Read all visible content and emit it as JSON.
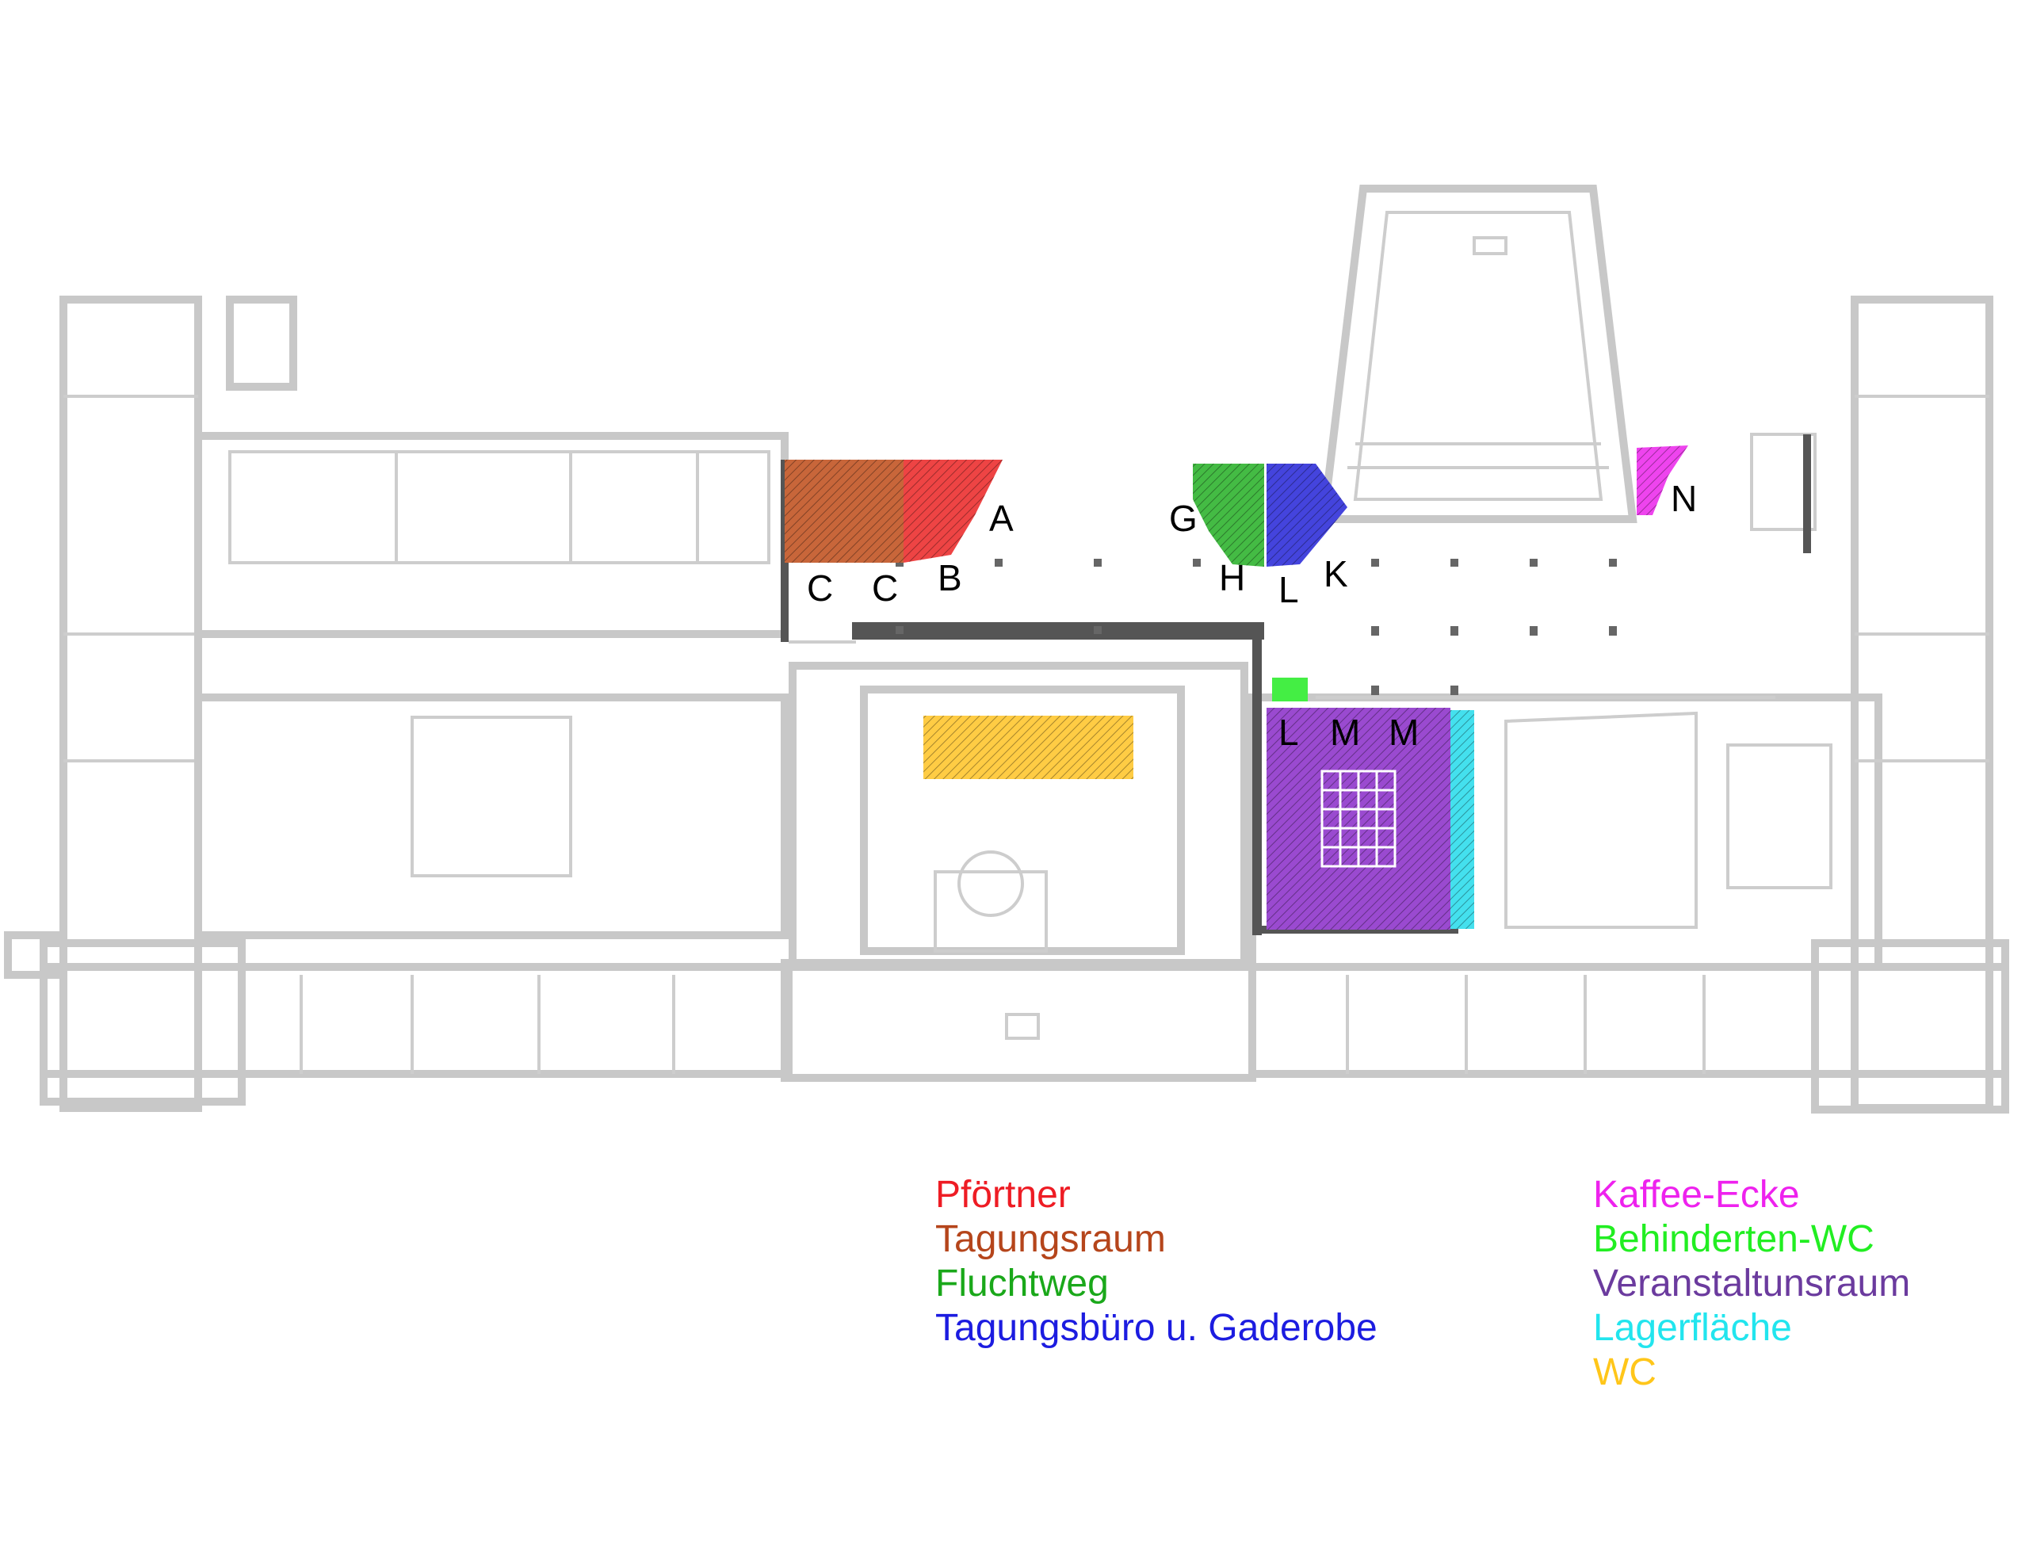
{
  "room_labels": {
    "a": "A",
    "b": "B",
    "c1": "C",
    "c2": "C",
    "g": "G",
    "h": "H",
    "l1": "L",
    "k": "K",
    "n": "N",
    "l2": "L",
    "m1": "M",
    "m2": "M"
  },
  "legend": {
    "left": [
      {
        "label": "Pförtner",
        "color": "#ee1c24"
      },
      {
        "label": "Tagungsraum",
        "color": "#b5451b"
      },
      {
        "label": "Fluchtweg",
        "color": "#1aa81a"
      },
      {
        "label": "Tagungsbüro u. Gaderobe",
        "color": "#1c1ce0"
      }
    ],
    "right": [
      {
        "label": "Kaffee-Ecke",
        "color": "#ee22ee"
      },
      {
        "label": "Behinderten-WC",
        "color": "#22ee22"
      },
      {
        "label": "Veranstaltunsraum",
        "color": "#6b3b9e"
      },
      {
        "label": "Lagerfläche",
        "color": "#22e5ee"
      },
      {
        "label": "WC",
        "color": "#ffc61a"
      }
    ]
  },
  "zone_colors": {
    "pfoertner": "#ee4444",
    "tagungsraum": "#c8663a",
    "fluchtweg": "#44bb44",
    "tagungsbuero": "#4444dd",
    "kaffee": "#ee44ee",
    "behinderten_wc": "#44ee44",
    "veranstaltung": "#9a4ad0",
    "lager": "#44e0ee",
    "wc": "#ffcc44"
  }
}
